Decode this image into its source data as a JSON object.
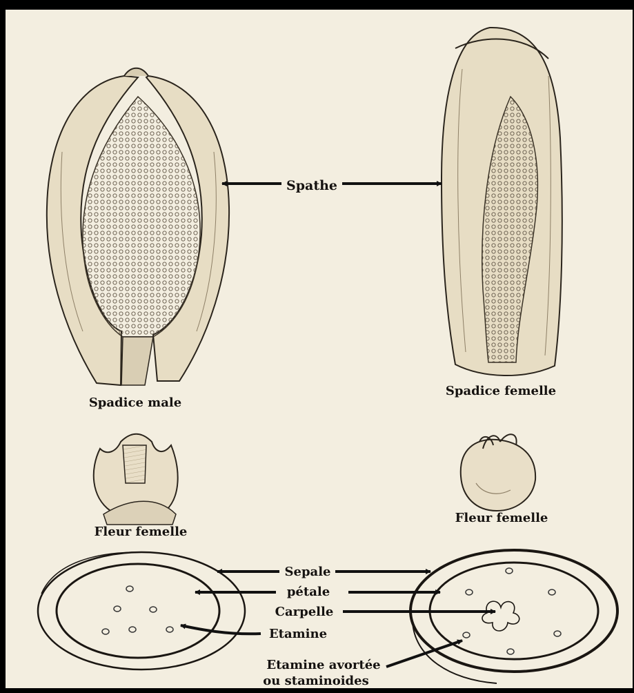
{
  "labels": {
    "spathe": "Spathe",
    "spadice_male": "Spadice male",
    "spadice_femelle": "Spadice femelle",
    "fleur_femelle_left": "Fleur femelle",
    "fleur_femelle_right": "Fleur femelle",
    "sepale": "Sepale",
    "petale": "pétale",
    "carpelle": "Carpelle",
    "etamine": "Etamine",
    "etamine_avortee_line1": "Etamine avortée",
    "etamine_avortee_line2": "ou staminoides"
  },
  "colors": {
    "background": "#f3eee0",
    "frame": "#111111",
    "ink": "#1a1612",
    "sheath": "#e6dcc4",
    "flower_texture": "#a89a83"
  }
}
